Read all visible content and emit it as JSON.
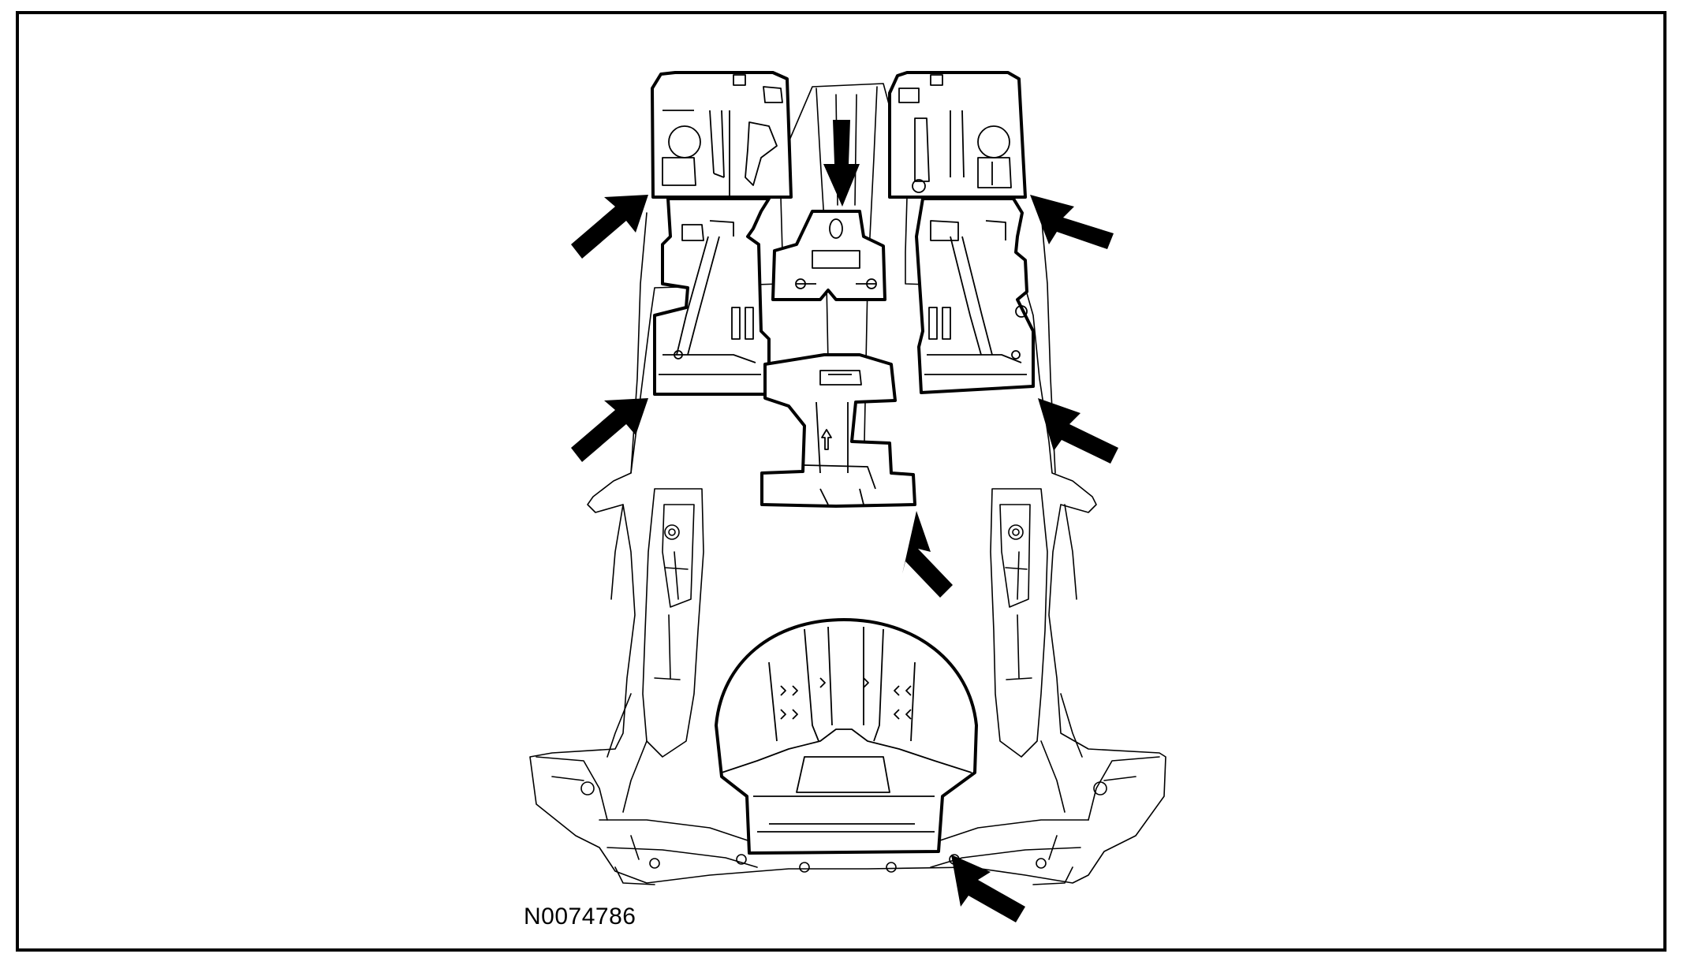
{
  "figure": {
    "id": "N0074786"
  },
  "colors": {
    "line": "#000000",
    "background": "#ffffff"
  },
  "pads": [
    "front-left-floor-pad",
    "front-right-floor-pad",
    "front-tunnel-pad",
    "rear-left-floor-pad",
    "rear-right-floor-pad",
    "rear-tunnel-pad",
    "spare-wheel-well-pad"
  ]
}
